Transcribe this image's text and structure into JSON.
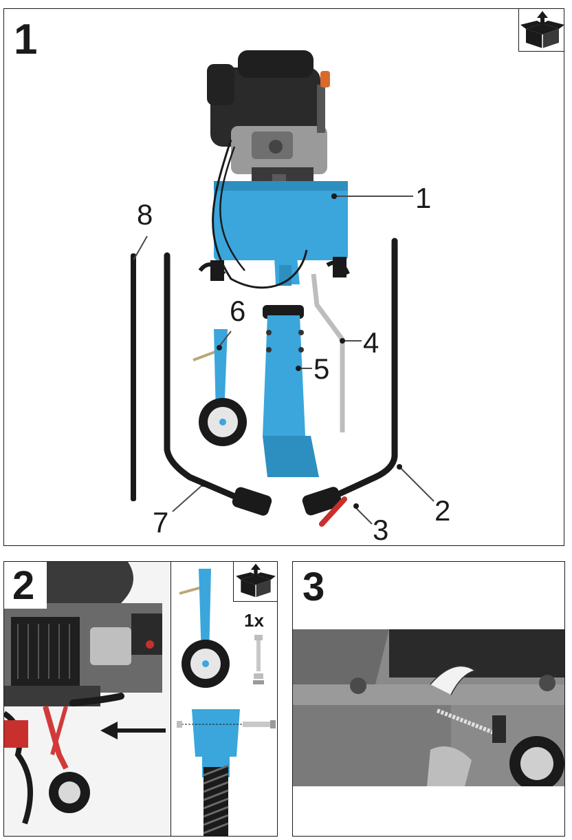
{
  "step1": {
    "number": "1",
    "callouts": [
      "1",
      "2",
      "3",
      "4",
      "5",
      "6",
      "7",
      "8"
    ],
    "icon": "unbox-icon"
  },
  "step2": {
    "number": "2",
    "quantity": "1x",
    "icon": "unbox-icon"
  },
  "step3": {
    "number": "3"
  },
  "colors": {
    "part_blue": "#3aa6dc",
    "engine_black": "#2a2a2a",
    "red_accent": "#d23a3a",
    "steel": "#c8c8c8"
  }
}
